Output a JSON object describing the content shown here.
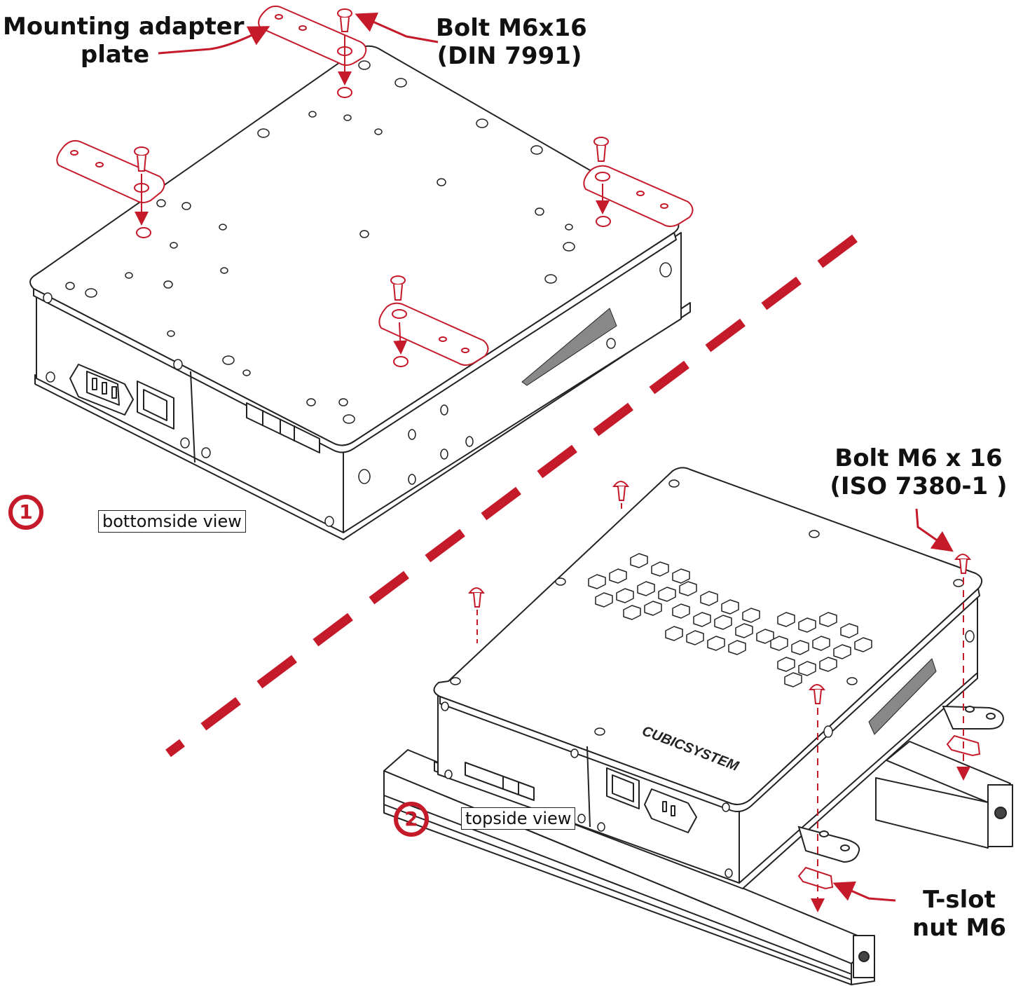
{
  "labels": {
    "mounting_plate_line1": "Mounting adapter",
    "mounting_plate_line2": "plate",
    "bolt_din_line1": "Bolt M6x16",
    "bolt_din_line2": "(DIN 7991)",
    "bolt_iso_line1": "Bolt M6 x 16",
    "bolt_iso_line2": "(ISO 7380-1 )",
    "tslot_line1": "T-slot",
    "tslot_line2": "nut M6"
  },
  "steps": [
    {
      "number": "1",
      "view": "bottomside view"
    },
    {
      "number": "2",
      "view": "topside view"
    }
  ],
  "brand": "CUBICSYSTEM",
  "colors": {
    "accent": "#c41a2a",
    "line": "#222222",
    "background": "#ffffff"
  }
}
